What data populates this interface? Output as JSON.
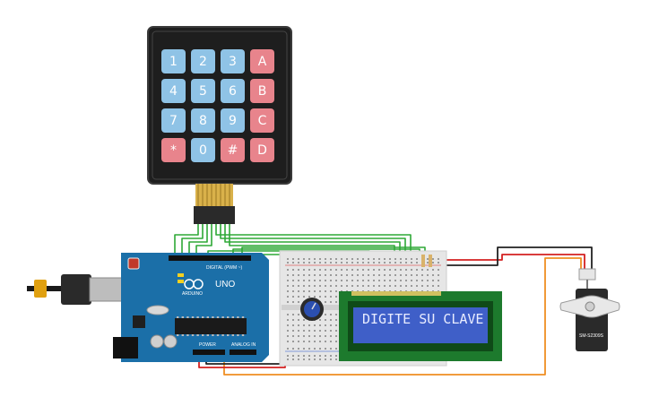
{
  "keypad": {
    "keys": [
      [
        "1",
        "2",
        "3",
        "A"
      ],
      [
        "4",
        "5",
        "6",
        "B"
      ],
      [
        "7",
        "8",
        "9",
        "C"
      ],
      [
        "*",
        "0",
        "#",
        "D"
      ]
    ]
  },
  "arduino": {
    "brand_label": "ARDUINO",
    "model_label": "UNO",
    "digital_label": "DIGITAL (PWM ~)",
    "power_label": "POWER",
    "analog_label": "ANALOG IN"
  },
  "lcd": {
    "line1": "DIGITE SU CLAVE",
    "line2": ""
  },
  "servo": {
    "model_label": "SM-S2309S"
  },
  "colors": {
    "keypad_body": "#1e1e1e",
    "key_blue": "#8fc3e6",
    "key_red": "#e8848c",
    "arduino_blue": "#1b6fa8",
    "lcd_bezel": "#1d7a2d",
    "lcd_screen": "#3f5fc8",
    "wire_green": "#2ea836",
    "wire_orange": "#ef8e22",
    "wire_red": "#d42020",
    "wire_black": "#222222"
  }
}
